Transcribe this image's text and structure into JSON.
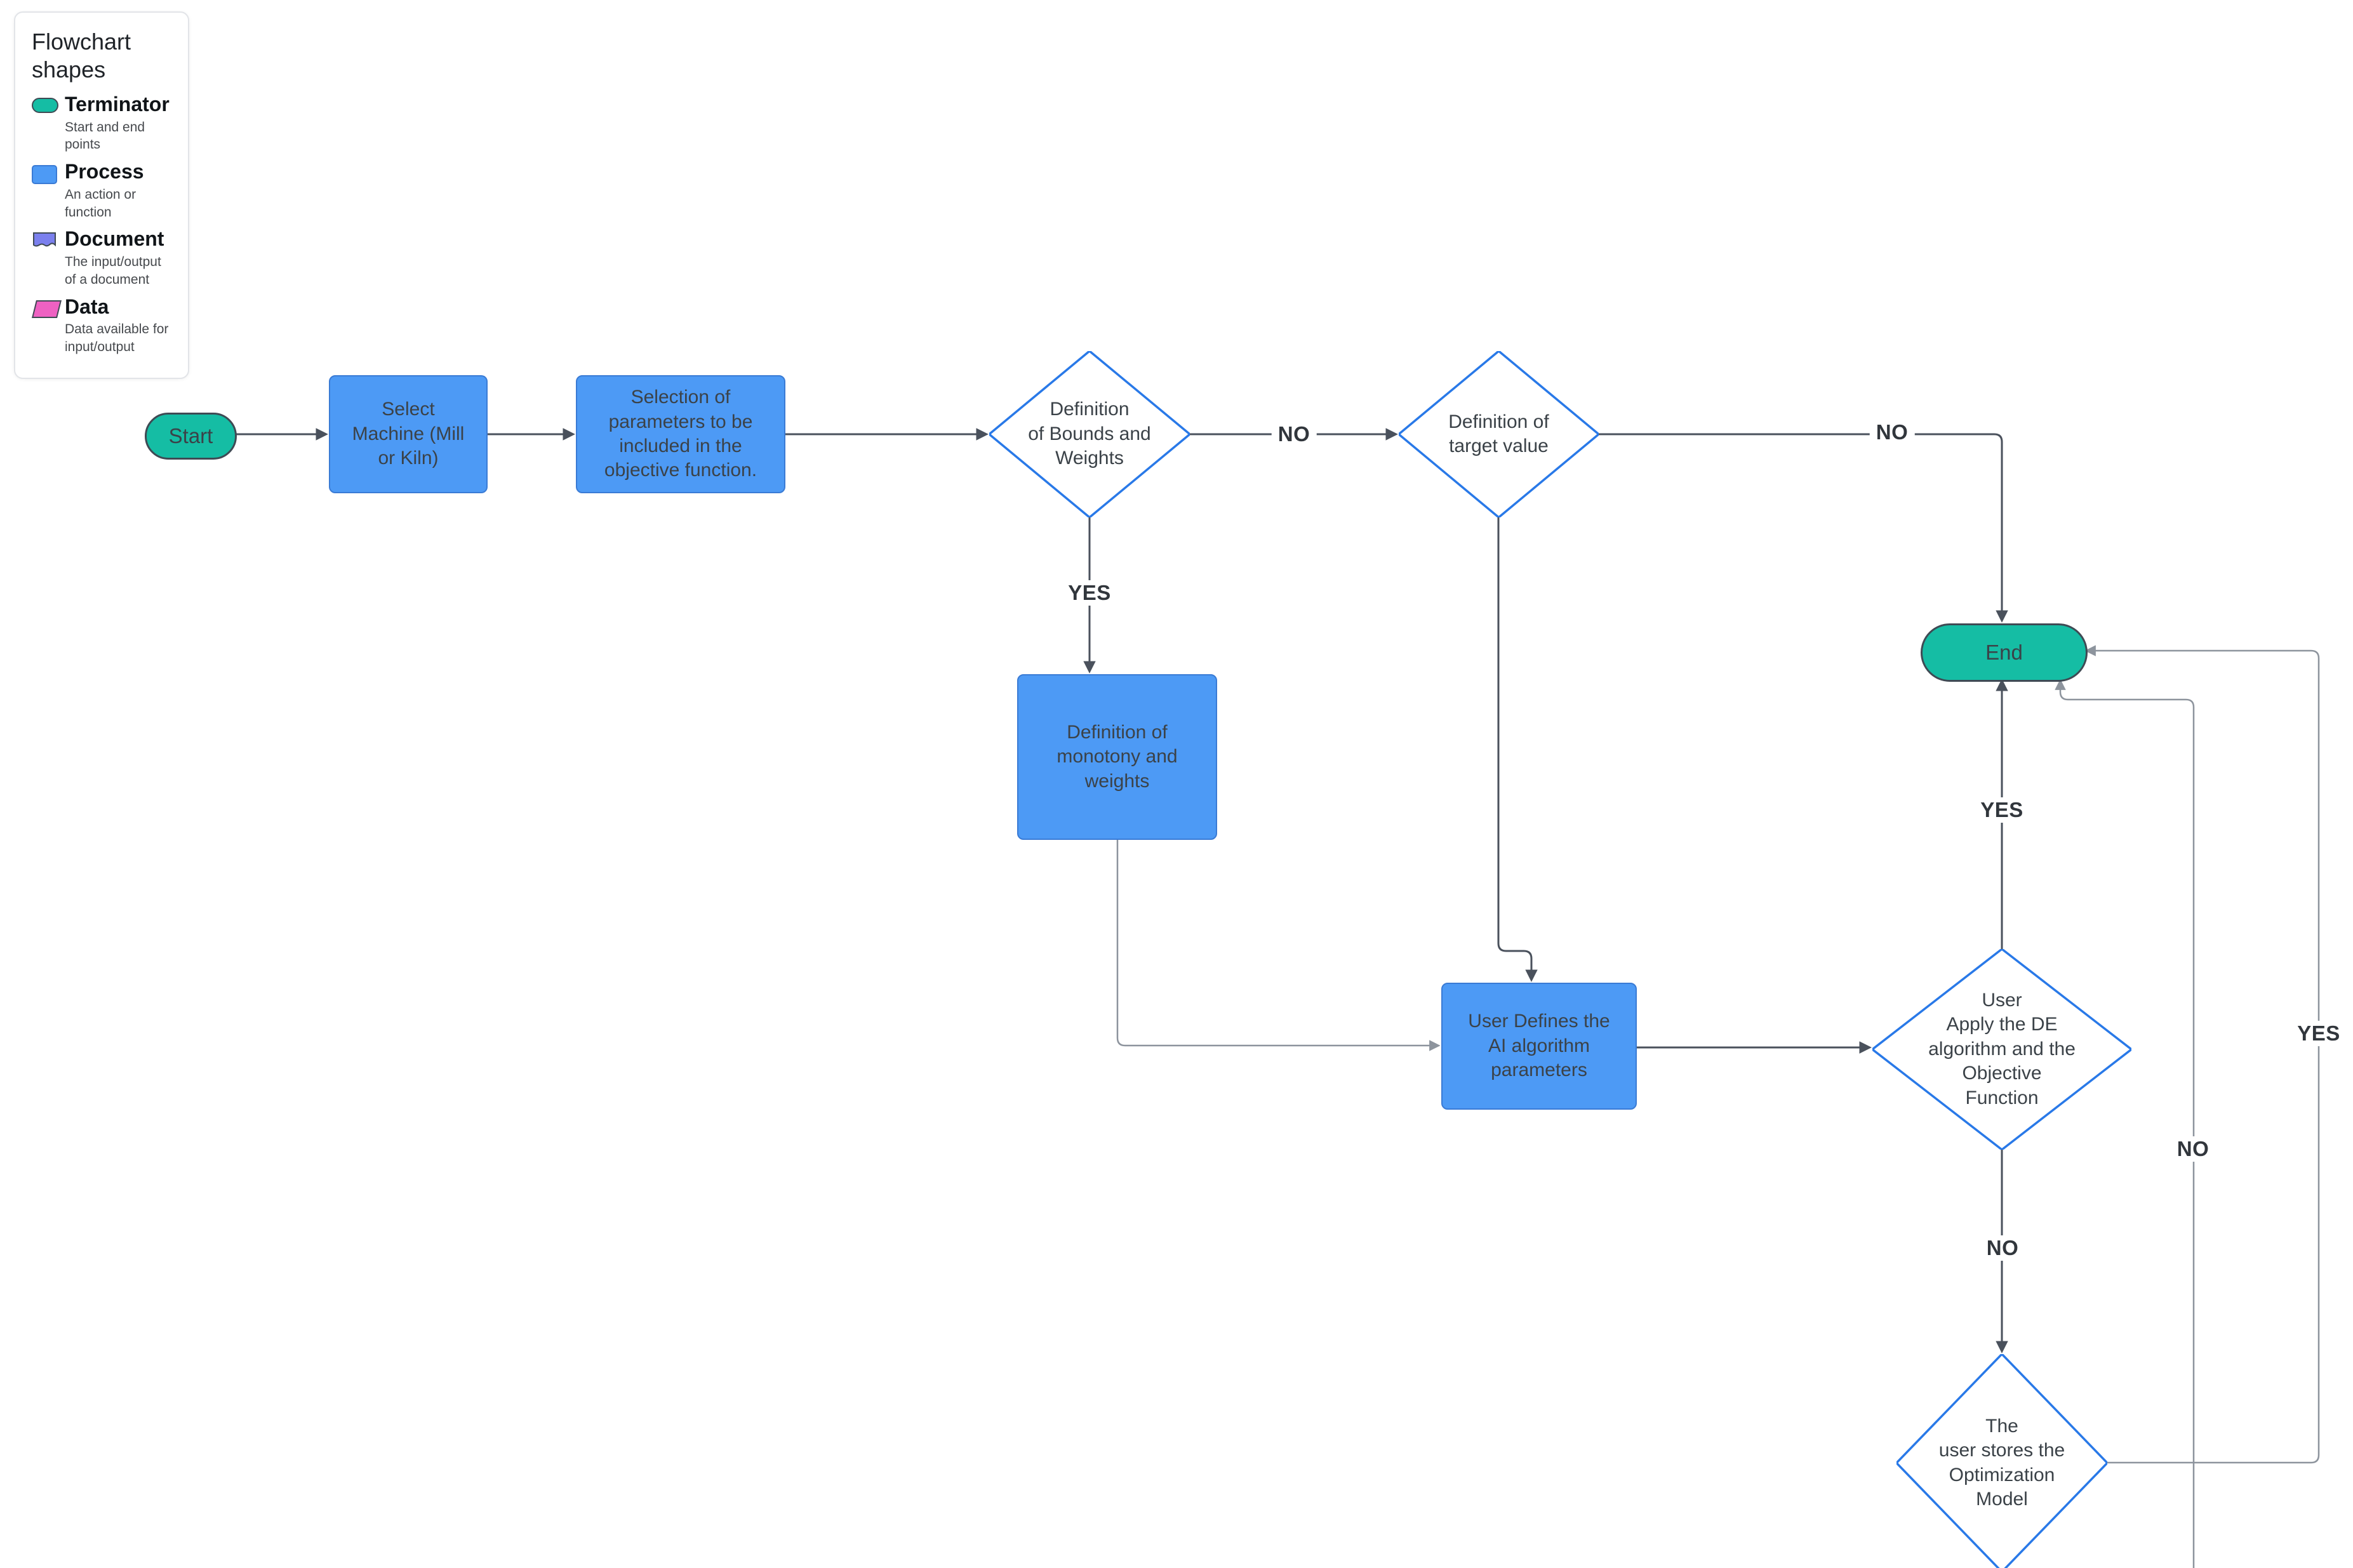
{
  "theme": {
    "canvas_bg": "#ffffff",
    "terminator_fill": "#15bda4",
    "terminator_border": "#3f4a54",
    "process_fill": "#4d9af5",
    "process_border": "#3a7bd5",
    "diamond_fill": "#ffffff",
    "diamond_border": "#2979e8",
    "shape_text": "#3b4248",
    "edge_dark": "#4a515c",
    "edge_light": "#8d949d",
    "label_text": "#31363c",
    "legend_document_fill": "#7b80ee",
    "legend_data_fill": "#ee61c2"
  },
  "legend": {
    "title": "Flowchart\nshapes",
    "items": [
      {
        "name": "Terminator",
        "desc": "Start and end\npoints",
        "icon": "terminator-icon",
        "color": "#15bda4"
      },
      {
        "name": "Process",
        "desc": "An action or\nfunction",
        "icon": "process-icon",
        "color": "#4d9af5"
      },
      {
        "name": "Document",
        "desc": "The input/output\nof a document",
        "icon": "document-icon",
        "color": "#7b80ee"
      },
      {
        "name": "Data",
        "desc": "Data available for\ninput/output",
        "icon": "data-icon",
        "color": "#ee61c2"
      }
    ]
  },
  "nodes": {
    "start": {
      "label": "Start",
      "type": "terminator"
    },
    "select_machine": {
      "label": "Select\nMachine (Mill\nor Kiln)",
      "type": "process"
    },
    "selection_parameters": {
      "label": "Selection of\nparameters to be\nincluded in the\nobjective function.",
      "type": "process"
    },
    "bounds_weights": {
      "label": "Definition\nof Bounds and\nWeights",
      "type": "decision"
    },
    "target_value": {
      "label": "Definition of\ntarget value",
      "type": "decision"
    },
    "monotony_weights": {
      "label": "Definition of\nmonotony and\nweights",
      "type": "process"
    },
    "ai_parameters": {
      "label": "User Defines the\nAI algorithm\nparameters",
      "type": "process"
    },
    "apply_de": {
      "label": "User\nApply the DE\nalgorithm and the\nObjective\nFunction",
      "type": "decision"
    },
    "store_model": {
      "label": "The\nuser stores the\nOptimization\nModel",
      "type": "decision"
    },
    "end": {
      "label": "End",
      "type": "terminator"
    }
  },
  "edge_labels": {
    "bounds_to_target_no": "NO",
    "target_to_end_no": "NO",
    "bounds_to_monotony_yes": "YES",
    "de_to_end_yes": "YES",
    "de_to_store_no": "NO",
    "store_to_end_yes": "YES",
    "store_to_end_no": "NO"
  }
}
